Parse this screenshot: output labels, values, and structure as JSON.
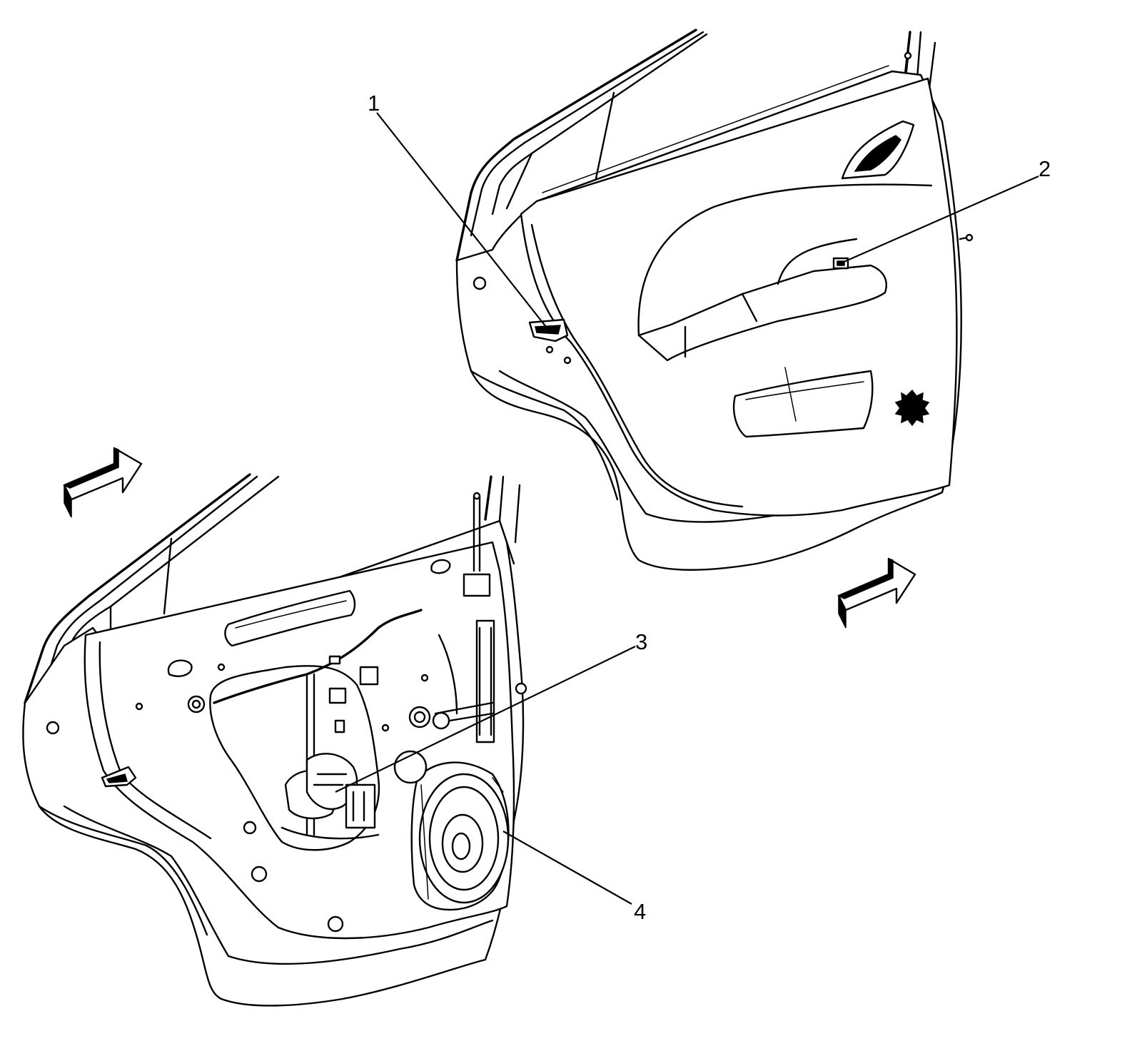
{
  "callouts": [
    {
      "id": "1",
      "label": "1"
    },
    {
      "id": "2",
      "label": "2"
    },
    {
      "id": "3",
      "label": "3"
    },
    {
      "id": "4",
      "label": "4"
    }
  ],
  "colors": {
    "line": "#000000",
    "background": "#ffffff"
  },
  "icons": [
    "direction-arrow-icon",
    "direction-arrow-icon"
  ]
}
